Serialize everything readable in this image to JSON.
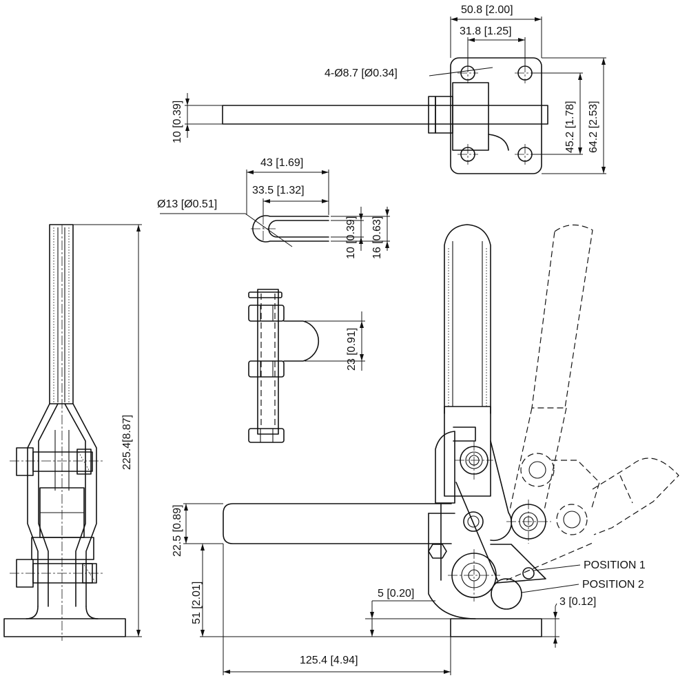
{
  "drawing": {
    "top_view": {
      "dim_width_total": "50.8 [2.00]",
      "dim_hole_spacing_x": "31.8 [1.25]",
      "dim_holes": "4-Ø8.7 [Ø0.34]",
      "dim_bar_thickness": "10 [0.39]",
      "dim_hole_spacing_y": "45.2 [1.78]",
      "dim_height_total": "64.2 [2.53]"
    },
    "bar_detail": {
      "dim_length": "43 [1.69]",
      "dim_slot_length": "33.5 [1.32]",
      "dim_eye": "Ø13 [Ø0.51]",
      "dim_slot_width": "10 [0.39]",
      "dim_width": "16 [0.63]"
    },
    "spindle_detail": {
      "dim_arm_height": "23 [0.91]"
    },
    "side_view": {
      "dim_overall_height": "225.4[8.87]"
    },
    "main_view": {
      "dim_arm_height": "22.5 [0.89]",
      "dim_pivot_height": "51 [2.01]",
      "dim_offset": "5 [0.20]",
      "dim_base_thickness": "3 [0.12]",
      "dim_overall_length": "125.4 [4.94]",
      "label_position_1": "POSITION  1",
      "label_position_2": "POSITION  2"
    }
  }
}
